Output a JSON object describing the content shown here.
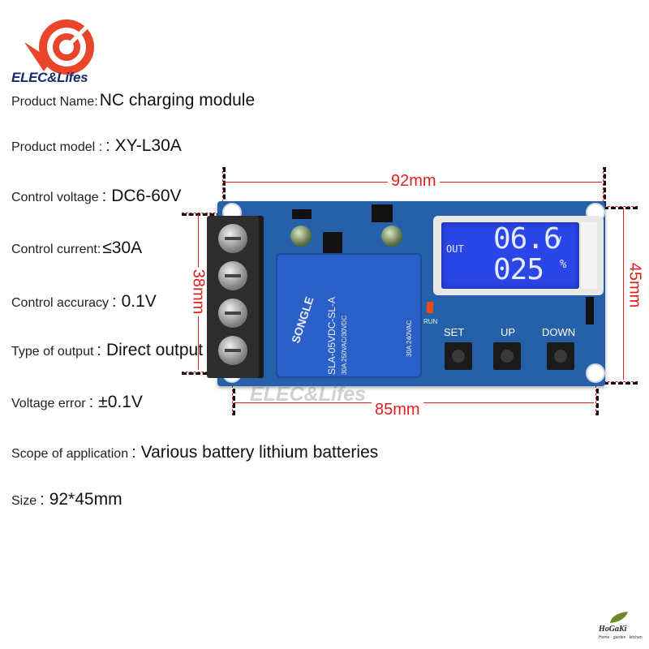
{
  "brand": {
    "name": "ELEC&Lifes",
    "watermark": "ELEC&Lifes",
    "shop": "HoGaKi",
    "shop_tagline": "Home · garden · kitchen"
  },
  "specs": [
    {
      "label": "Product Name:",
      "sep": "",
      "value": "NC charging module"
    },
    {
      "label": "Product model :",
      "sep": ":",
      "value": "XY-L30A"
    },
    {
      "label": "Control voltage",
      "sep": ":",
      "value": "DC6-60V"
    },
    {
      "label": "Control current:",
      "sep": "",
      "value": "≤30A"
    },
    {
      "label": "Control accuracy",
      "sep": ":",
      "value": "0.1V"
    },
    {
      "label": "Type of output",
      "sep": ":",
      "value": "Direct output"
    },
    {
      "label": "Voltage error",
      "sep": ":",
      "value": "±0.1V"
    },
    {
      "label": "Scope of application",
      "sep": ":",
      "value": "Various battery lithium batteries"
    },
    {
      "label": "Size",
      "sep": ":",
      "value": "92*45mm"
    }
  ],
  "dimensions": {
    "width_top": "92mm",
    "width_bottom": "85mm",
    "height_left": "38mm",
    "height_right": "45mm"
  },
  "lcd": {
    "out_label": "OUT",
    "voltage": "06.6",
    "voltage_unit": "V",
    "percent": "025",
    "percent_unit": "%"
  },
  "buttons": {
    "set": "SET",
    "up": "UP",
    "down": "DOWN"
  },
  "board_labels": {
    "run": "RUN"
  },
  "relay": {
    "brand": "SONGLE",
    "model": "SLA-05VDC-SL-A",
    "rating1": "30A 250VAC/30VDC",
    "rating2": "30A 240VAC"
  }
}
